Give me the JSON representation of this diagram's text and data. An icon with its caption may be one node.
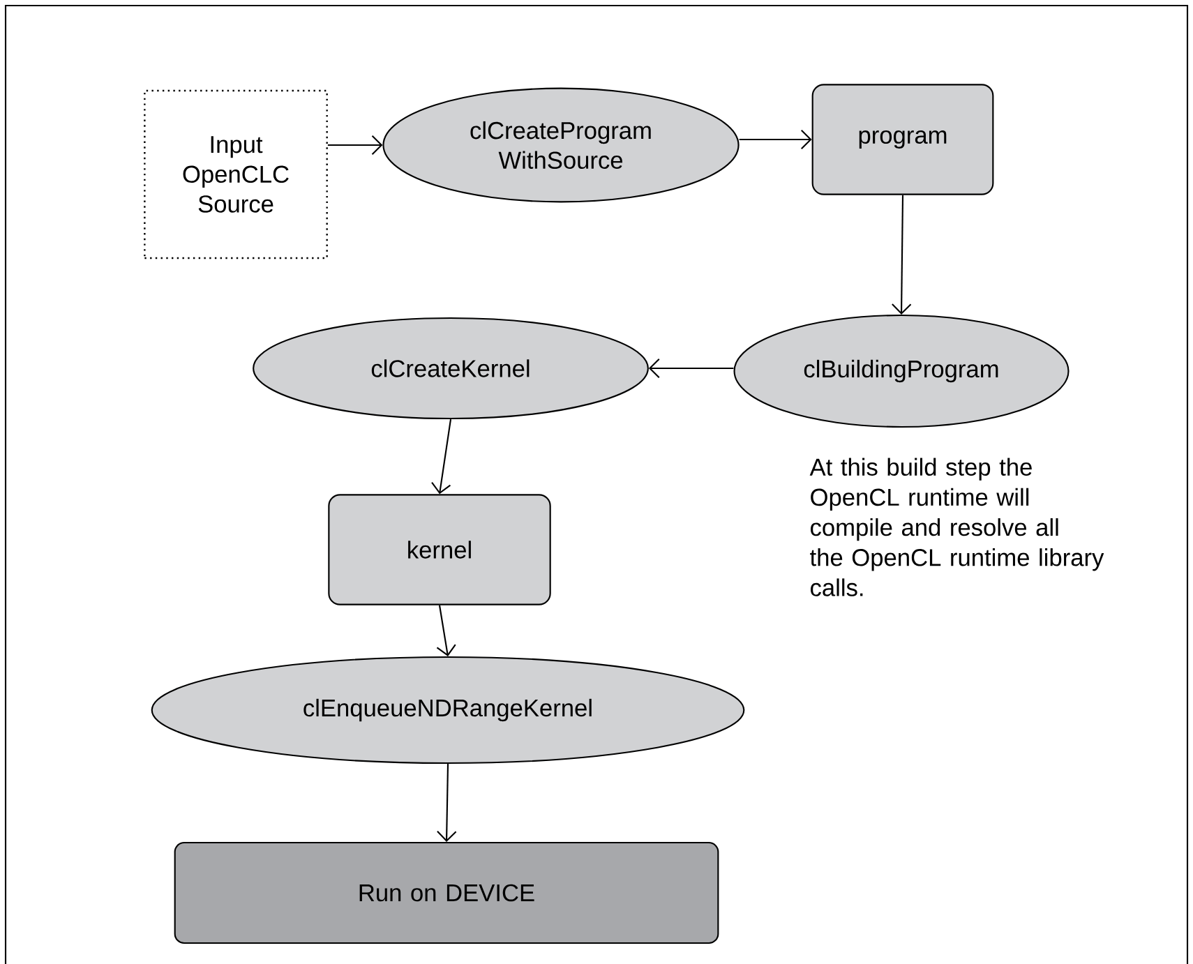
{
  "diagram": {
    "nodes": [
      {
        "text": [
          "Input OpenCLC Source"
        ]
      },
      {
        "text": [
          "clCreateProgram WithSource"
        ]
      },
      {
        "text": [
          "program"
        ]
      },
      {
        "text": [
          "clBuildingProgram"
        ]
      },
      {
        "text": [
          "clCreateKernel"
        ]
      },
      {
        "text": [
          "kernel"
        ]
      },
      {
        "text": [
          "clEnqueueNDRangeKernel"
        ]
      },
      {
        "text": [
          "Run on DEVICE"
        ]
      }
    ],
    "edges": [
      {
        "from": 0,
        "to": 1,
        "arrow": "to"
      },
      {
        "from": 1,
        "to": 2,
        "arrow": "to"
      },
      {
        "from": 2,
        "to": 3,
        "arrow": "to"
      },
      {
        "from": 3,
        "to": 4,
        "arrow": "to"
      },
      {
        "from": 4,
        "to": 5,
        "arrow": "to"
      },
      {
        "from": 5,
        "to": 6,
        "arrow": "to"
      },
      {
        "from": 6,
        "to": 7,
        "arrow": "to"
      }
    ],
    "labels": [
      "At this build step the OpenCL runtime will compile and resolve all the OpenCL runtime library calls."
    ]
  }
}
